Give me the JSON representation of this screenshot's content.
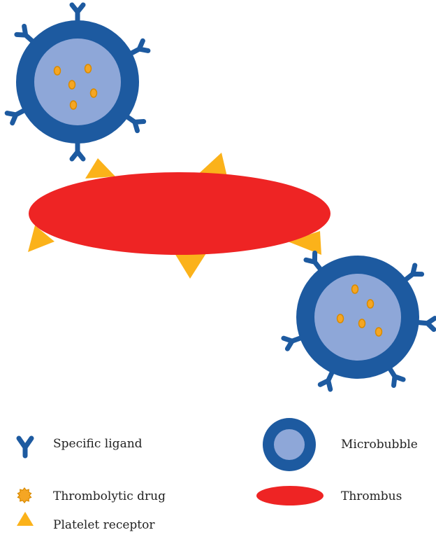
{
  "legend": {
    "specific_ligand": "Specific ligand",
    "thrombolytic_drug": "Thrombolytic drug",
    "platelet_receptor": "Platelet receptor",
    "microbubble": "Microbubble",
    "thrombus": "Thrombus"
  },
  "colors": {
    "shell": "#1d5aa0",
    "core": "#8ea7d8",
    "drug": "#f5a623",
    "drug_outline": "#d98a00",
    "receptor": "#fbb21a",
    "thrombus": "#ee2424",
    "text": "#222222"
  }
}
